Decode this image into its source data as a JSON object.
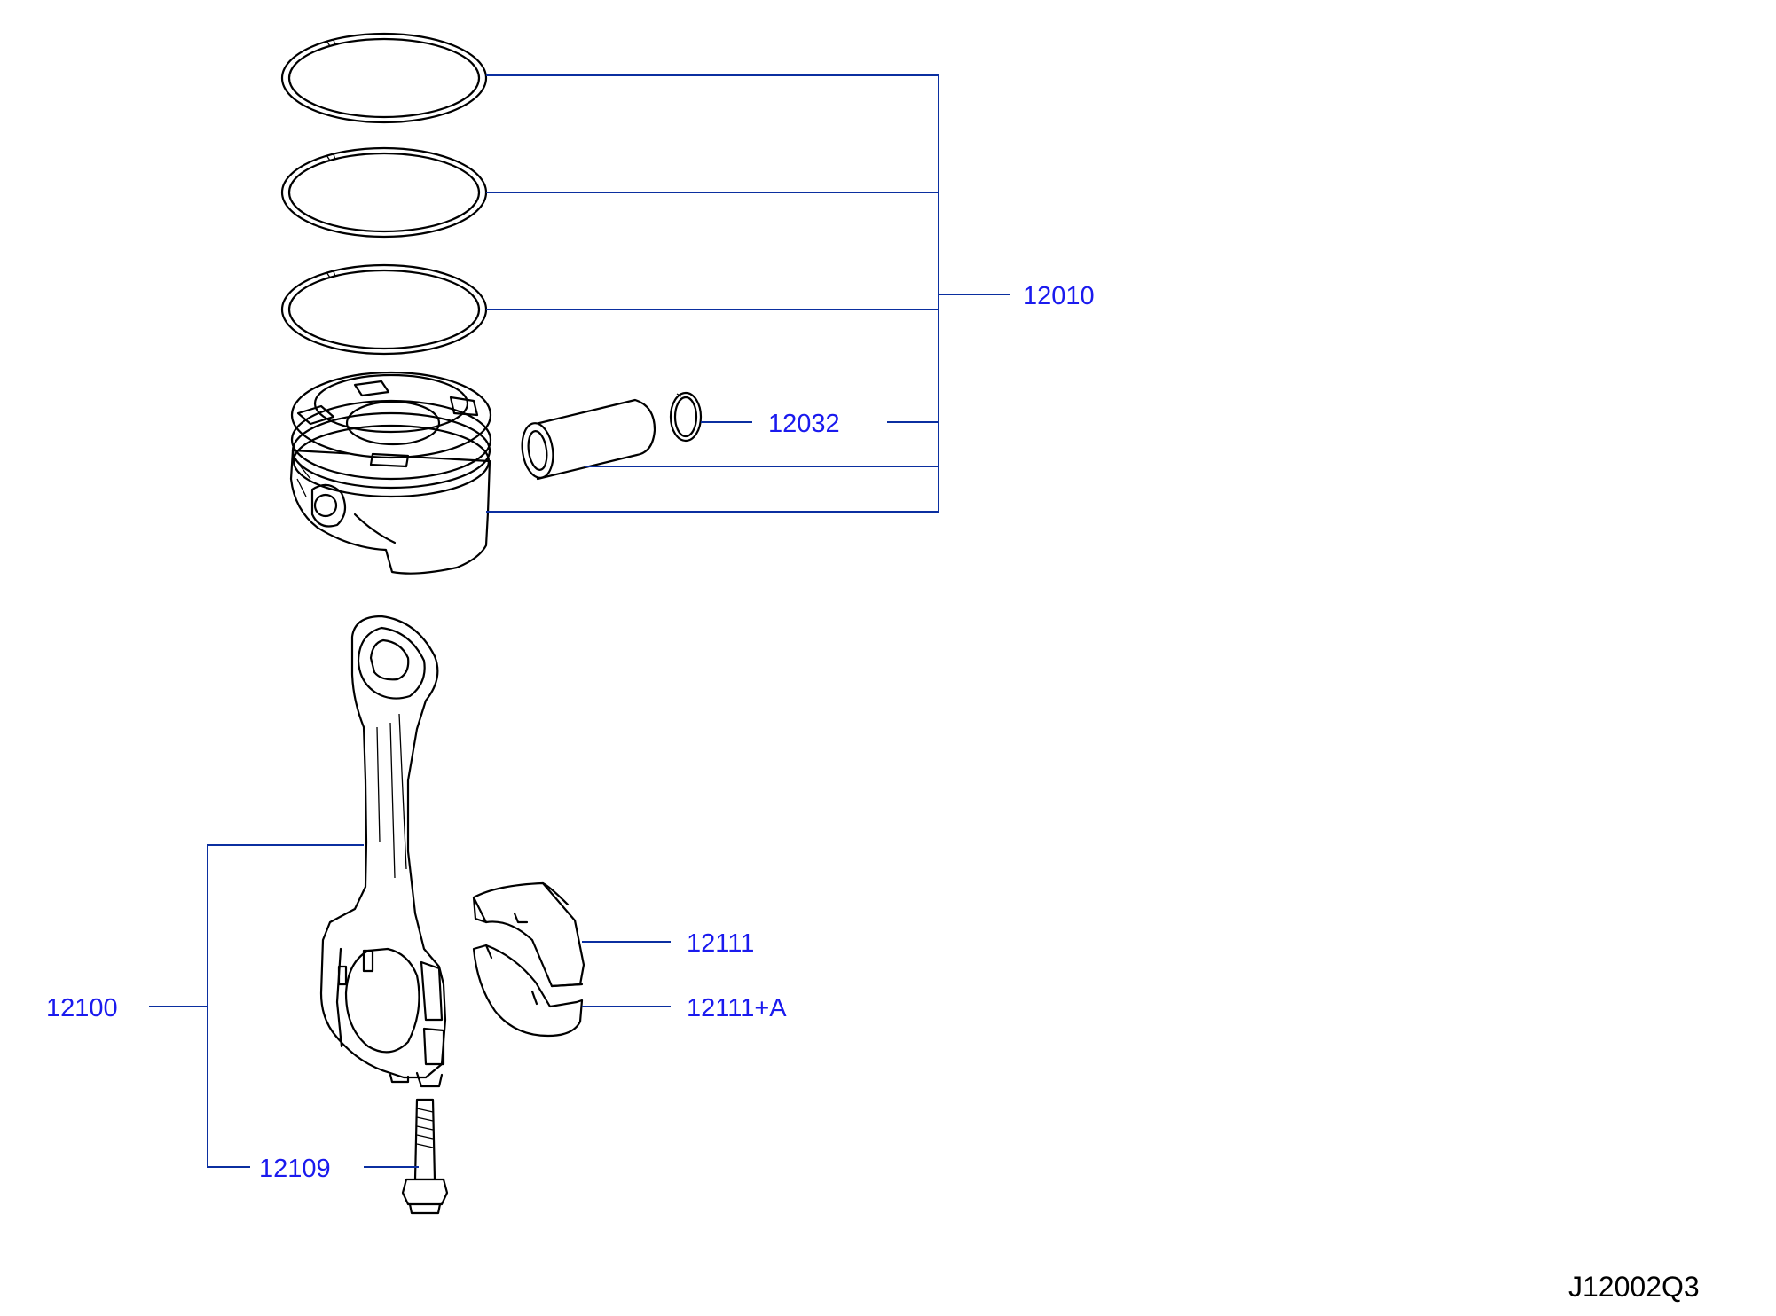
{
  "diagram": {
    "drawing_id": "J12002Q3",
    "callouts": {
      "piston_ring_set": "12010",
      "piston_pin_snap_ring": "12032",
      "connecting_rod": "12100",
      "connecting_rod_bolt": "12109",
      "rod_bearing": "12111",
      "rod_bearing_a": "12111+A"
    }
  },
  "colors": {
    "leader_line": "#0b2fa0",
    "callout_text": "#1a1aee",
    "part_line": "#000000",
    "background": "#ffffff"
  }
}
